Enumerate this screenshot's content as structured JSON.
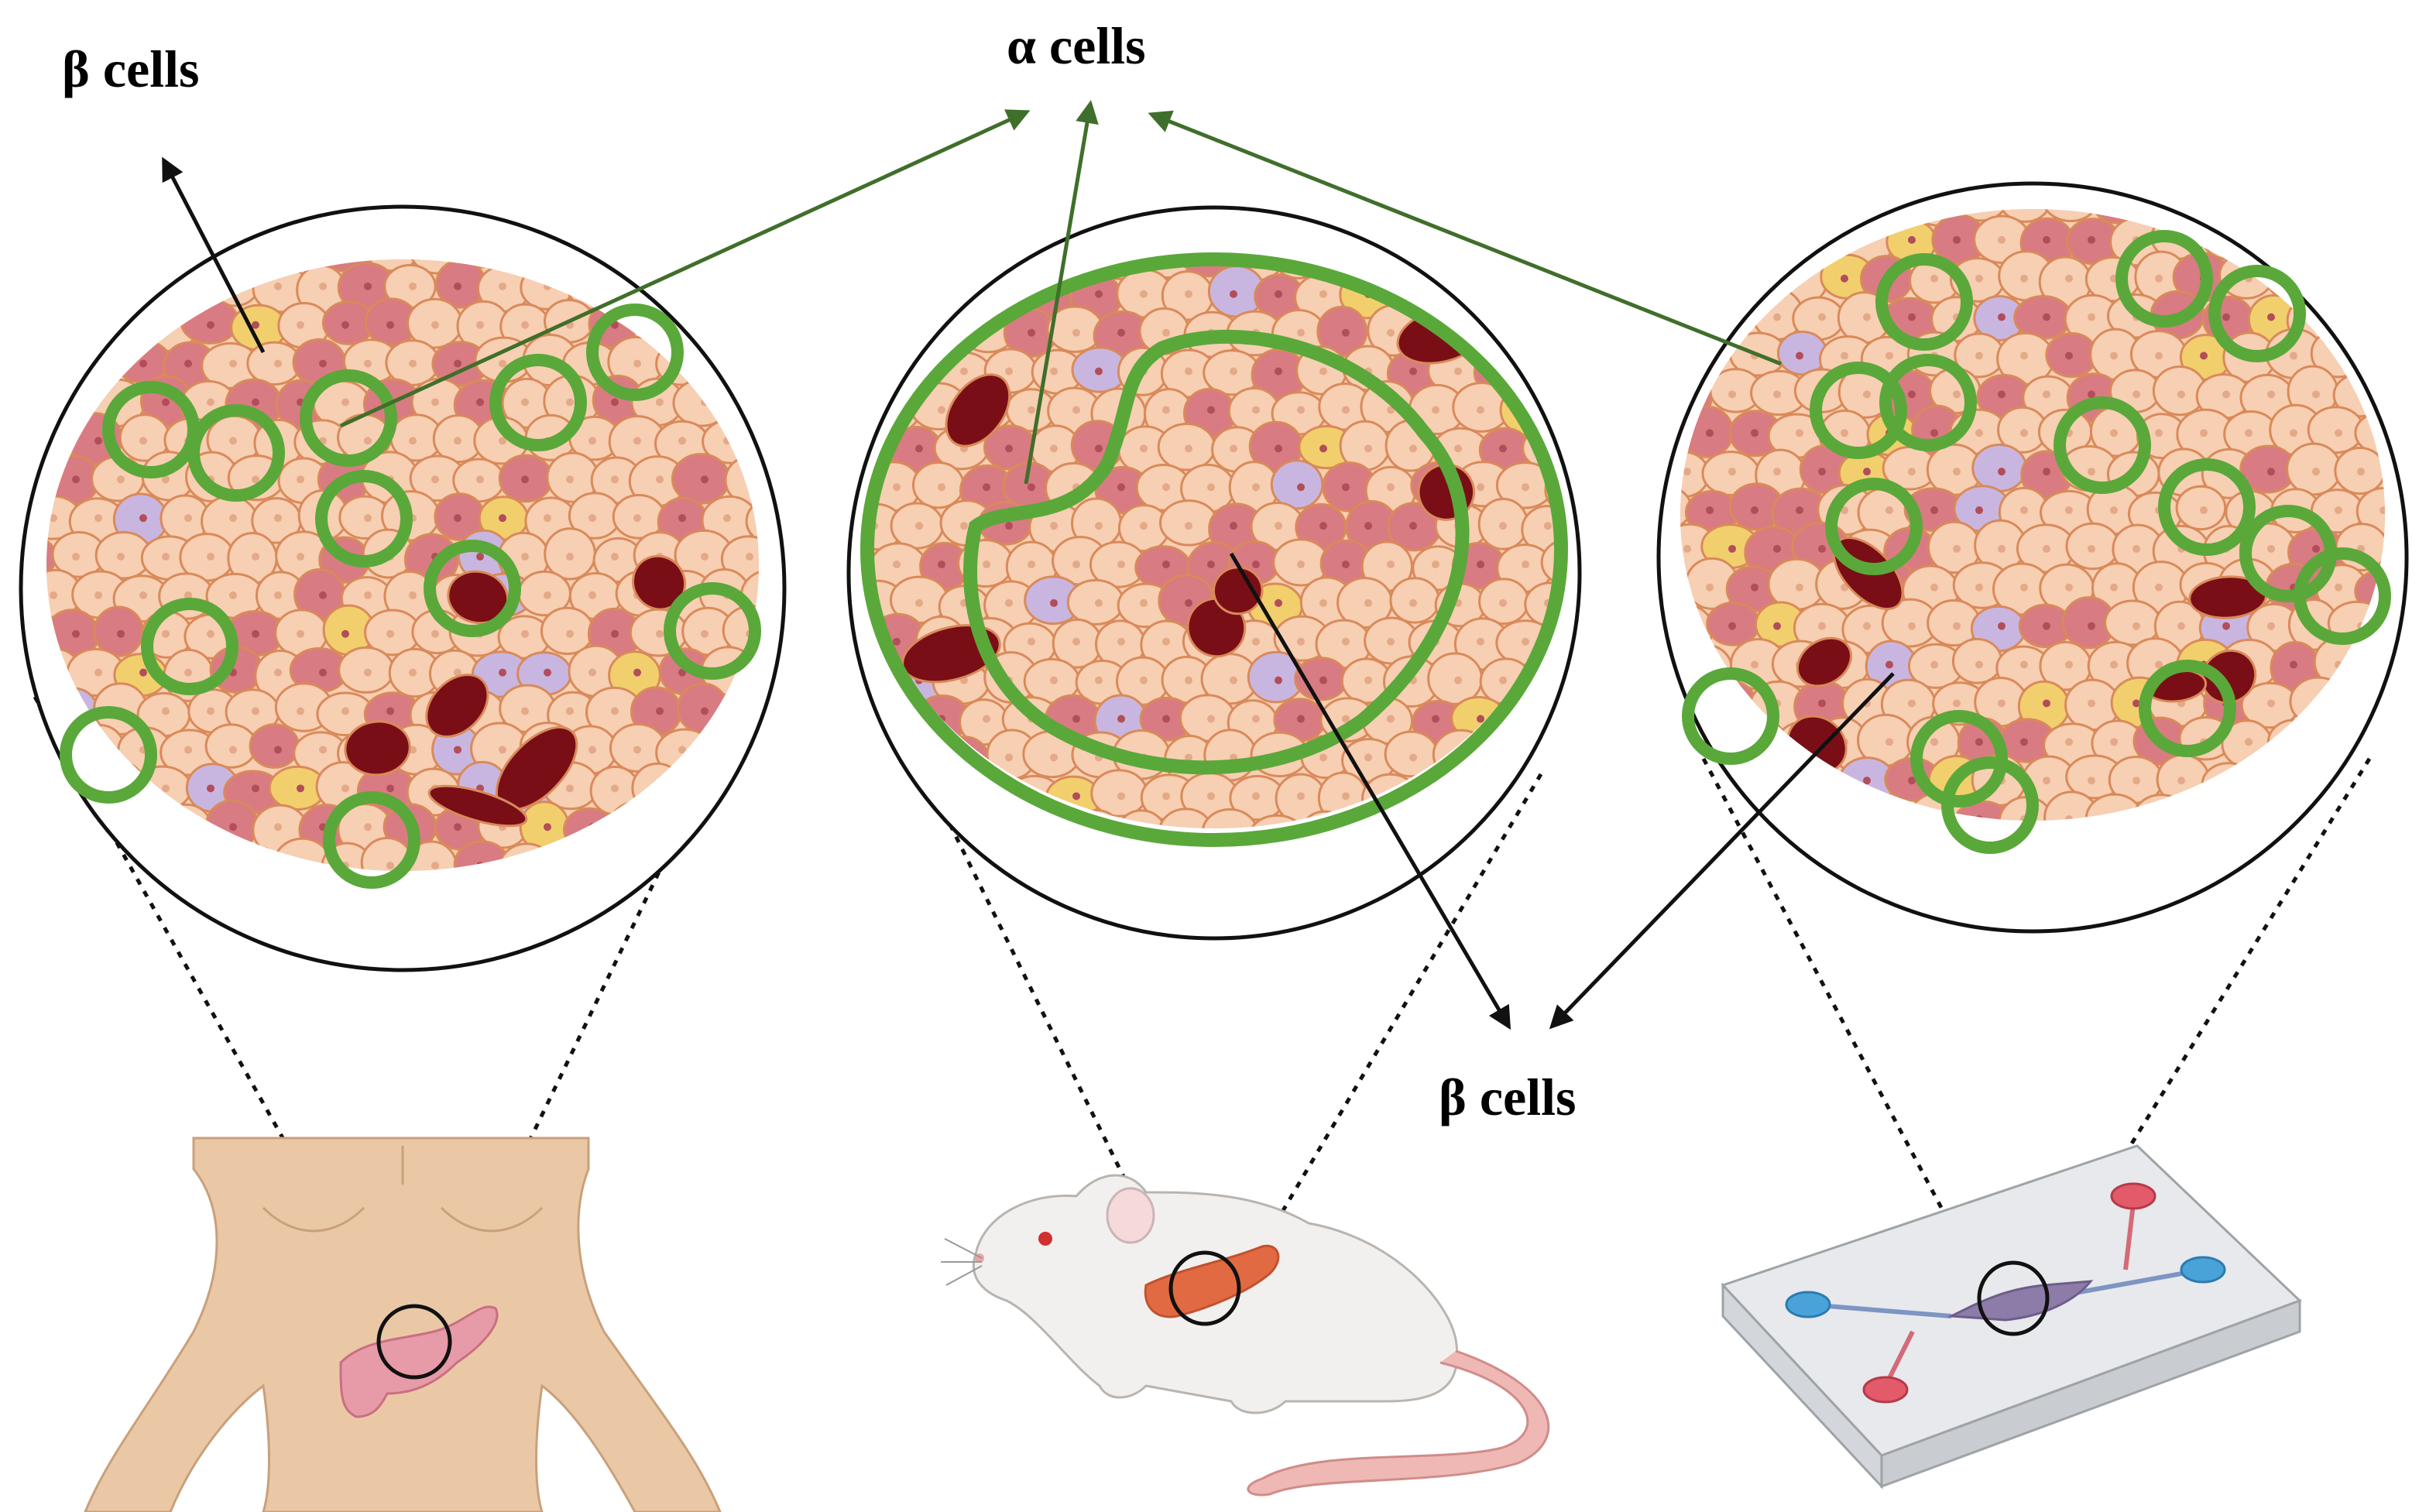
{
  "labels": {
    "beta_top_left": "β cells",
    "alpha_top": "α cells",
    "beta_bottom_right": "β cells"
  },
  "colors": {
    "alpha_marker": "#5aa83a",
    "alpha_arrow": "#3f6f2a",
    "beta_cell_fill": "#f7cfb3",
    "beta_cell_stroke": "#d98a5a",
    "alpha_cell_fill": "#d97b82",
    "vessel": "#7a0e16",
    "delta_cell": "#f2cf6d",
    "pp_cell": "#c9b6e0",
    "skin": "#eac8a5",
    "pancreas": "#e79aa8",
    "mouse_body": "#f2f0ee",
    "mouse_pancreas": "#e26a42",
    "chip_inlet": "#4aa3d8",
    "chip_outlet": "#e35a6a",
    "chip_chamber": "#8d7ba8"
  },
  "panels": [
    {
      "model": "human",
      "icon": "human-torso-icon",
      "organ_icon": "pancreas-icon"
    },
    {
      "model": "mouse",
      "icon": "mouse-icon",
      "organ_icon": "mouse-pancreas-icon"
    },
    {
      "model": "chip",
      "icon": "microfluidic-chip-icon",
      "organ_icon": "islet-chamber-icon"
    }
  ]
}
